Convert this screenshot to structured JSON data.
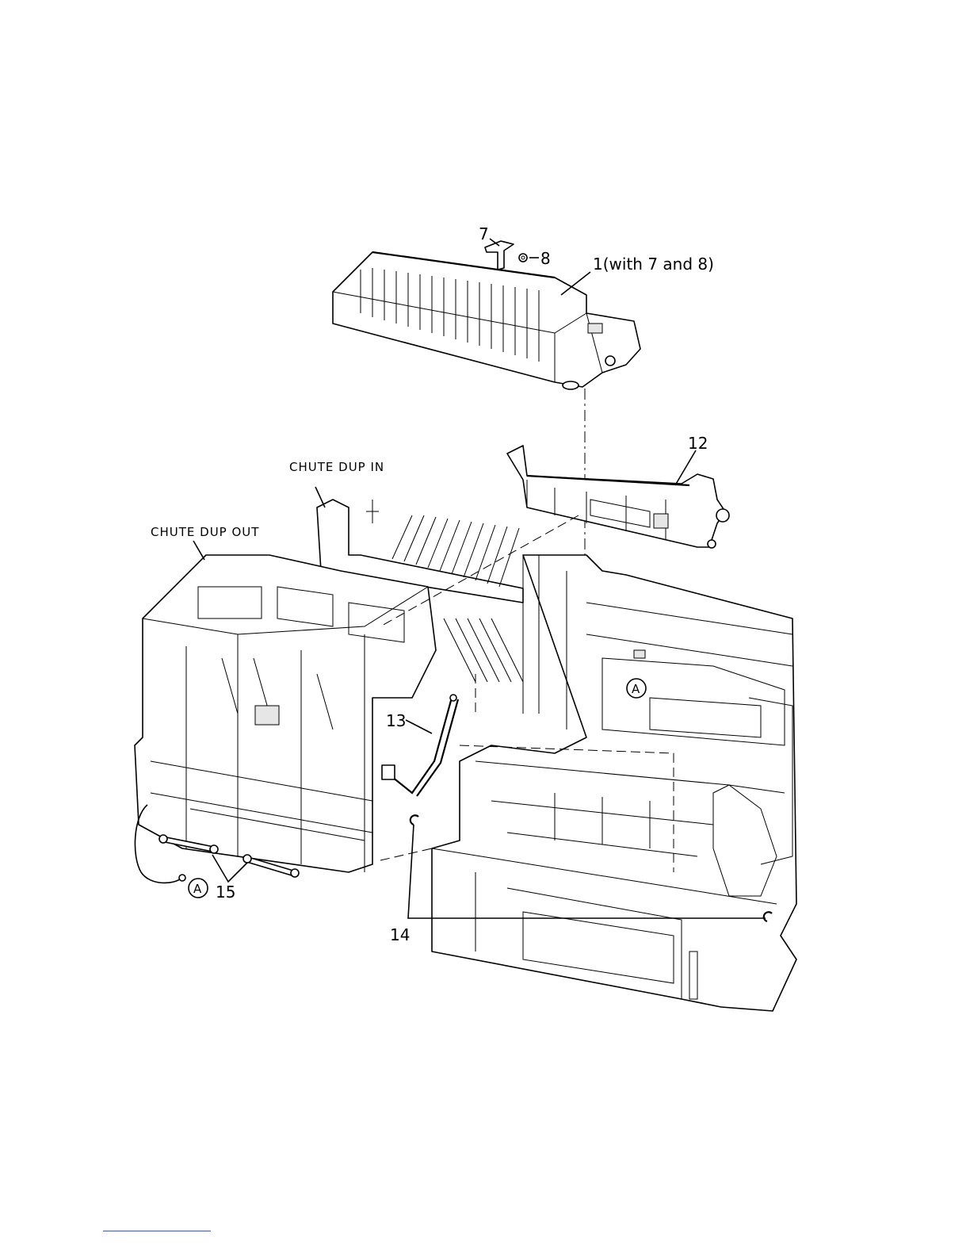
{
  "labels": {
    "item_7": "7",
    "item_8": "8",
    "item_1": "1(with 7 and 8)",
    "item_12": "12",
    "chute_dup_in": "CHUTE DUP IN",
    "chute_dup_out": "CHUTE DUP OUT",
    "item_13": "13",
    "connector_a_right": "A",
    "connector_a_left": "A",
    "item_15": "15",
    "item_14": "14"
  }
}
